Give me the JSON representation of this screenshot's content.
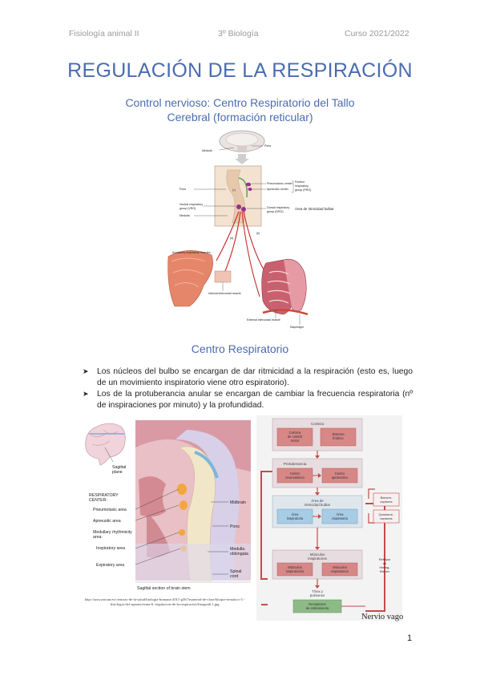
{
  "header": {
    "course": "Fisiología animal II",
    "year": "3º Biología",
    "term": "Curso 2021/2022"
  },
  "title": "REGULACIÓN DE LA RESPIRACIÓN",
  "subtitle_line1": "Control nervioso: Centro Respiratorio del Tallo",
  "subtitle_line2": "Cerebral (formación reticular)",
  "figure1": {
    "labels": {
      "medulla_top": "Medulla",
      "pons_top": "Pons",
      "pneumotaxic": "Pneumotaxic center",
      "apneustic": "Apneustic center",
      "pontine1": "Pontine",
      "pontine2": "respiratory",
      "pontine3": "group (PRG)",
      "pons_left": "Pons",
      "vrg1": "Ventral respiratory",
      "vrg2": "group (VRG)",
      "medulla_left": "Medulla",
      "drg1": "Dorsal respiratory",
      "drg2": "group (DRG)",
      "area_bulbar": "Área de ritmicidad bulbar",
      "a_lbl": "(a)",
      "b_lbl": "(b)",
      "accessory": "Accessory respiratory muscles",
      "internal": "Internal intercostal muscle",
      "external": "External intercostal muscle",
      "diaphragm": "Diaphragm"
    }
  },
  "section_title": "Centro Respiratorio",
  "bullets": [
    "Los núcleos del bulbo se encargan de dar ritmicidad a la respiración (esto es, luego de un movimiento inspiratorio viene otro espiratorio).",
    "Los de la protuberancia anular se encargan de cambiar la frecuencia respiratoria (nº de inspiraciones por minuto) y la profundidad."
  ],
  "figure2": {
    "sagittal1": "Sagittal",
    "sagittal2": "plane",
    "resp1": "RESPIRATORY",
    "resp2": "CENTER:",
    "pneumotaxic_area": "Pneumotaxic area",
    "apneustic_area": "Apneustic area",
    "medullary1": "Medullary rhythmicity",
    "medullary2": "area:",
    "inspiratory_area": "Inspiratory area",
    "expiratory_area": "Expiratory area",
    "midbrain": "Midbrain",
    "pons": "Pons",
    "medulla1": "Medulla",
    "medulla2": "oblongata",
    "spinal1": "Spinal",
    "spinal2": "cord",
    "caption": "Sagittal section of brain stem",
    "citation": "http://sasw.astoan.es/ciencias-de-la-salud/biologia-humana-2011-g367/material-de-clase/bloque-tematico-3.-fisiologia-del-aparato/tema-6.-regulacion-de-la-respiracion/Imagen6.1.jpg"
  },
  "figure3": {
    "cortex": "Corteza",
    "cortex_a1": "Corteza",
    "cortex_a2": "de control",
    "cortex_a3": "motor",
    "cortex_b1": "Sistema",
    "cortex_b2": "límbico",
    "protub": "Protuberancia",
    "neumo1": "Centro",
    "neumo2": "neumotáxico",
    "apneu1": "Centro",
    "apneu2": "apnéustico",
    "area1": "Área de",
    "area2": "ritmicidad bulbar",
    "insp1": "Área",
    "insp2": "inspiratoria",
    "esp1": "Área",
    "esp2": "espiratoria",
    "musc1": "Músculos",
    "musc2": "inspiratorios",
    "mi1": "Músculos",
    "mi2": "inspiratorios",
    "me1": "Músculos",
    "me2": "espiratorios",
    "torax1": "Tórax y",
    "torax2": "pulmones",
    "recep1": "Receptores",
    "recep2": "de estiramiento",
    "baro1": "Barorre-",
    "baro2": "ceptores",
    "quimio1": "Quimiorre-",
    "quimio2": "ceptores",
    "hering1": "Reflejos",
    "hering2": "de",
    "hering3": "Hering-",
    "hering4": "Breuer",
    "nervio": "Nervio vago"
  },
  "page_number": "1"
}
